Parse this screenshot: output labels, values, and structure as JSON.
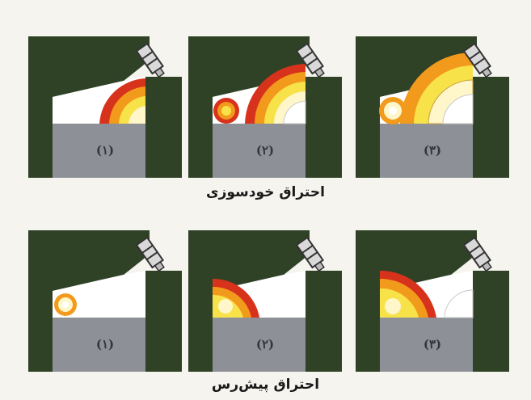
{
  "captions": {
    "row1": "احتراق خودسوزی",
    "row2": "احتراق پیش‌رس"
  },
  "row1": {
    "panels": [
      {
        "label": "(۱)",
        "stage": "spark-and-autoignition-start"
      },
      {
        "label": "(۲)",
        "stage": "two-flame-fronts"
      },
      {
        "label": "(۳)",
        "stage": "flame-fronts-collide"
      }
    ]
  },
  "row2": {
    "panels": [
      {
        "label": "(۱)",
        "stage": "hot-spot-ignition"
      },
      {
        "label": "(۲)",
        "stage": "pre-ignition-flame-grows"
      },
      {
        "label": "(۳)",
        "stage": "spark-ignition-late"
      }
    ]
  },
  "colors": {
    "head": "#2f4226",
    "piston": "#8d9096",
    "chamber": "#ffffff",
    "flame_outer": "#d7321c",
    "flame_mid": "#f29a1c",
    "flame_inner": "#f8e24a",
    "core": "#fff6c9"
  }
}
